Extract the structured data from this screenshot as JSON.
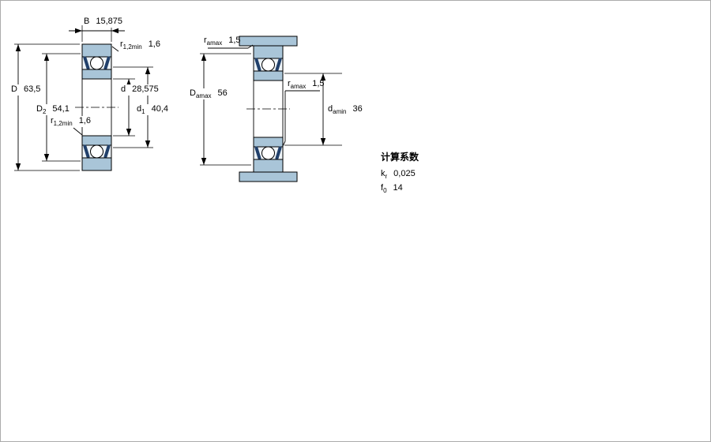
{
  "colors": {
    "background": "#ffffff",
    "bearing_fill": "#a9c5d8",
    "seal": "#21406b",
    "line": "#000000"
  },
  "left_view": {
    "width_B": {
      "base": "B",
      "sub": "",
      "value": "15,875"
    },
    "r12_top": {
      "base": "r",
      "sub": "1,2min",
      "value": "1,6"
    },
    "outer_D": {
      "base": "D",
      "sub": "",
      "value": "63,5"
    },
    "D2": {
      "base": "D",
      "sub": "2",
      "value": "54,1"
    },
    "r12_left": {
      "base": "r",
      "sub": "1,2min",
      "value": "1,6"
    },
    "bore_d": {
      "base": "d",
      "sub": "",
      "value": "28,575"
    },
    "d1": {
      "base": "d",
      "sub": "1",
      "value": "40,4"
    }
  },
  "right_view": {
    "ra_top": {
      "base": "r",
      "sub": "amax",
      "value": "1,5"
    },
    "Da_max": {
      "base": "D",
      "sub": "amax",
      "value": "56"
    },
    "ra_mid": {
      "base": "r",
      "sub": "amax",
      "value": "1,5"
    },
    "da_min": {
      "base": "d",
      "sub": "amin",
      "value": "36"
    }
  },
  "calculation_factors": {
    "title": "计算系数",
    "kr": {
      "base": "k",
      "sub": "r",
      "value": "0,025"
    },
    "f0": {
      "base": "f",
      "sub": "0",
      "value": "14"
    }
  }
}
